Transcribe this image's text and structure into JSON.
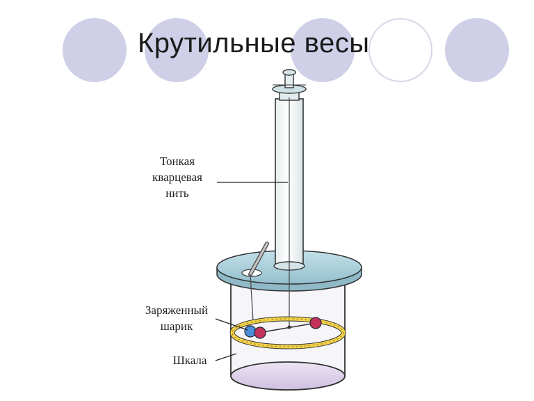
{
  "slide": {
    "title": "Крутильные весы"
  },
  "labels": {
    "thread_line1": "Тонкая",
    "thread_line2": "кварцевая",
    "thread_line3": "нить",
    "ball_line1": "Заряженный",
    "ball_line2": "шарик",
    "scale": "Шкала"
  },
  "colors": {
    "decor_circle": "#cfcfe8",
    "lid": "#a8d0dc",
    "scale_ring": "#f2d24a",
    "ball_charged": "#4a8fd8",
    "ball_other": "#c2325a",
    "base": "#ddd2ea"
  }
}
